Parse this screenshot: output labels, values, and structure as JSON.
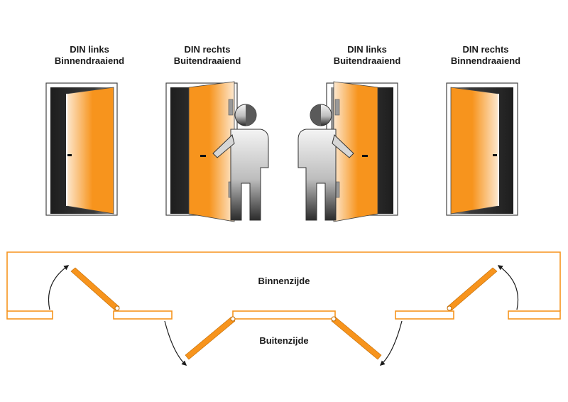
{
  "doors": [
    {
      "line1": "DIN links",
      "line2": "Binnendraaiend"
    },
    {
      "line1": "DIN rechts",
      "line2": "Buitendraaiend"
    },
    {
      "line1": "DIN links",
      "line2": "Buitendraaiend"
    },
    {
      "line1": "DIN rechts",
      "line2": "Binnendraaiend"
    }
  ],
  "plan": {
    "inside_label": "Binnenzijde",
    "outside_label": "Buitenzijde"
  },
  "colors": {
    "door_orange": "#f7941d",
    "door_light": "#fde8cf",
    "frame_dark": "#262626",
    "plan_stroke": "#f7941d",
    "figure_dark": "#4d4d4d",
    "figure_light": "#f2f2f2"
  }
}
